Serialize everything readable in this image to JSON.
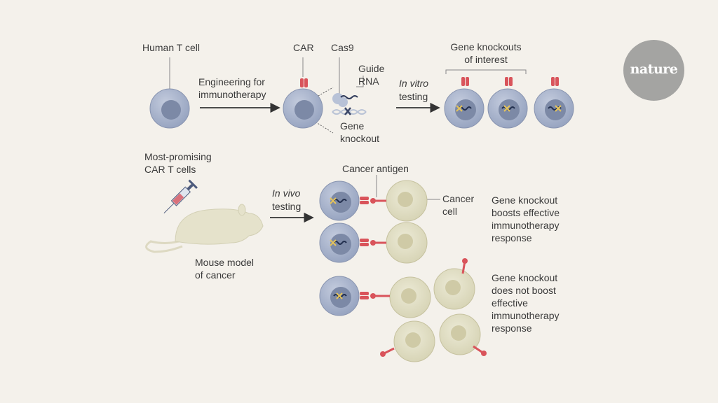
{
  "labels": {
    "human_t_cell": "Human T cell",
    "engineering": "Engineering for\nimmunotherapy",
    "car": "CAR",
    "cas9": "Cas9",
    "guide_rna": "Guide\nRNA",
    "gene_knockout": "Gene\nknockout",
    "in_vitro": "In vitro",
    "testing1": "testing",
    "gene_knockouts_interest": "Gene knockouts\nof interest",
    "most_promising": "Most-promising\nCAR T cells",
    "in_vivo": "In vivo",
    "testing2": "testing",
    "mouse_model": "Mouse model\nof cancer",
    "cancer_antigen": "Cancer antigen",
    "cancer_cell": "Cancer\ncell",
    "boosts": "Gene knockout\nboosts effective\nimmunotherapy\nresponse",
    "not_boost": "Gene knockout\ndoes not boost\neffective\nimmunotherapy\nresponse"
  },
  "logo": {
    "text": "nature"
  },
  "colors": {
    "background": "#f4f1eb",
    "t_cell": "#a9b4cc",
    "t_cell_nucleus": "#7c89a6",
    "car_receptor": "#d9545b",
    "cancer_cell": "#e2dfc6",
    "knockout_mark": "#e6c45a",
    "logo": "#a4a4a2"
  }
}
